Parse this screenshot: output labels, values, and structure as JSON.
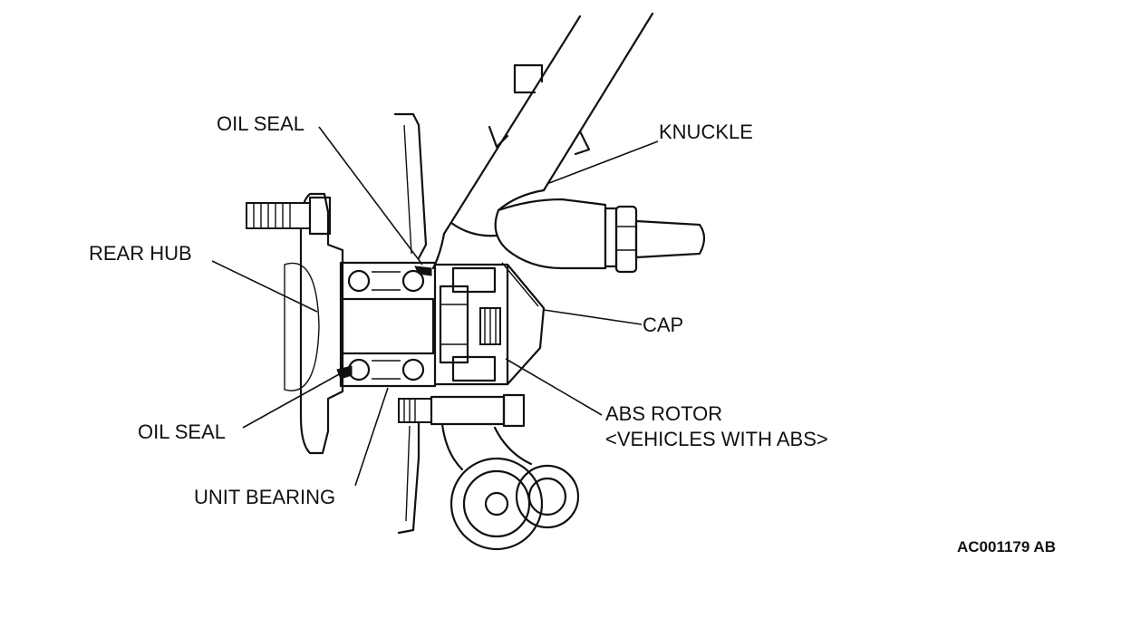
{
  "labels": {
    "oil_seal_top": "OIL SEAL",
    "knuckle": "KNUCKLE",
    "rear_hub": "REAR HUB",
    "cap": "CAP",
    "abs_rotor_line1": "ABS ROTOR",
    "abs_rotor_line2": "<VEHICLES WITH ABS>",
    "oil_seal_bottom": "OIL SEAL",
    "unit_bearing": "UNIT BEARING"
  },
  "figure_code": "AC001179 AB"
}
